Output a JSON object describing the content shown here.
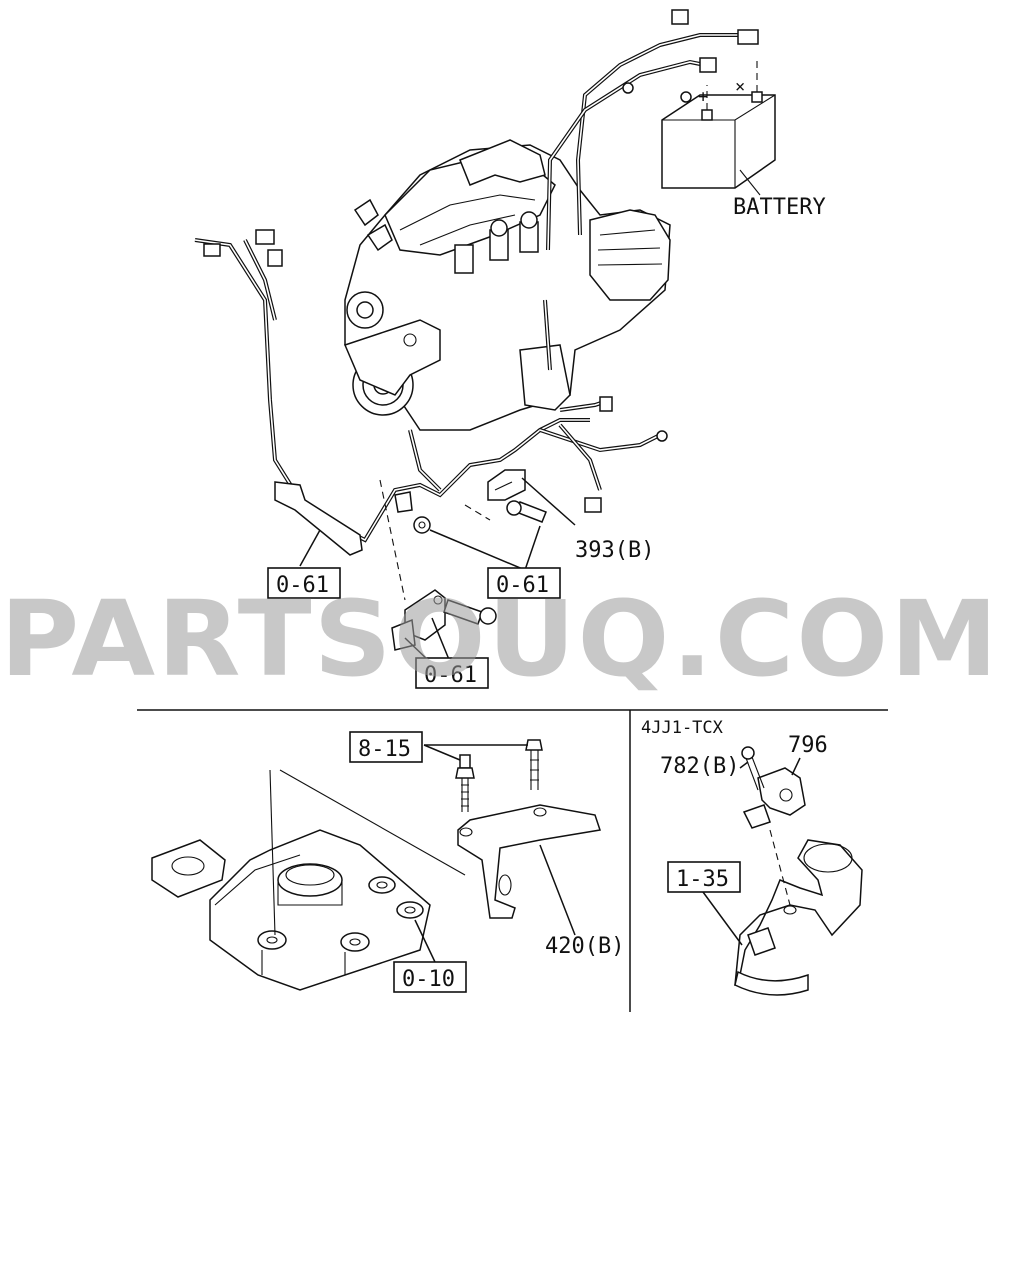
{
  "watermark": "PARTSOUQ.COM",
  "labels": {
    "battery": "BATTERY",
    "ref_393b": "393(B)",
    "ref_061_left": "0-61",
    "ref_061_right": "0-61",
    "ref_061_bottom": "0-61",
    "ref_815": "8-15",
    "ref_420b": "420(B)",
    "ref_010": "0-10",
    "variant": "4JJ1-TCX",
    "ref_796": "796",
    "ref_782b": "782(B)",
    "ref_135": "1-35"
  }
}
